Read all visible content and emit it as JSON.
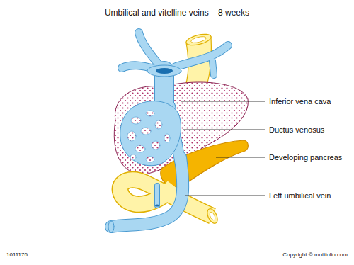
{
  "diagram": {
    "title": "Umbilical and vitelline veins – 8 weeks",
    "labels": [
      "Inferior vena cava",
      "Ductus venosus",
      "Developing pancreas",
      "Left umbilical vein",
      "1011176",
      "Copyright © motifolio.com"
    ]
  }
}
